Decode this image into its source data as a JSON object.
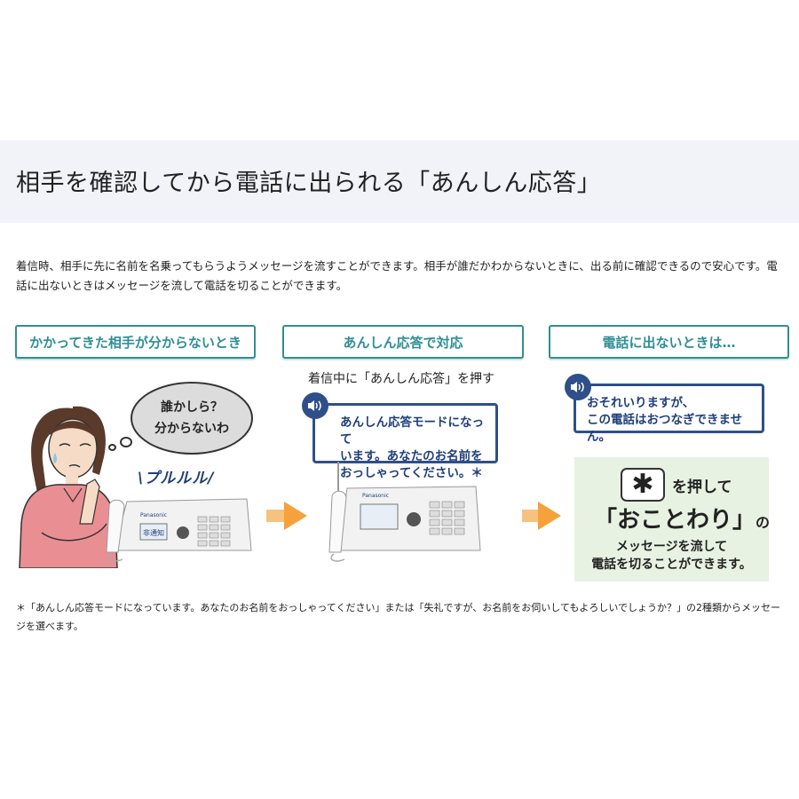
{
  "header": {
    "title": "相手を確認してから電話に出られる「あんしん応答」"
  },
  "intro": {
    "text": "着信時、相手に先に名前を名乗ってもらうようメッセージを流すことができます。相手が誰だかわからないときに、出る前に確認できるので安心です。電話に出ないときはメッセージを流して電話を切ることができます。"
  },
  "steps": [
    {
      "label": "かかってきた相手が分からないとき"
    },
    {
      "label": "あんしん応答で対応"
    },
    {
      "label": "電話に出ないときは…"
    }
  ],
  "step1": {
    "thought_line1": "誰かしら？",
    "thought_line2": "分からないわ",
    "ring": "プルルル"
  },
  "step2": {
    "caption": "着信中に「あんしん応答」を押す",
    "bubble_line1": "あんしん応答モードになって",
    "bubble_line2": "います。あなたのお名前を",
    "bubble_line3": "おっしゃってください。＊"
  },
  "step3": {
    "bubble_line1": "おそれいりますが、",
    "bubble_line2": "この電話はおつなぎできません。",
    "key_symbol": "✱",
    "press": "を押して",
    "refuse": "「おことわり」",
    "refuse_suffix": "の",
    "line3": "メッセージを流して",
    "line4": "電話を切ることができます。"
  },
  "phone": {
    "display_text": "非通知",
    "brand": "Panasonic"
  },
  "footnote": {
    "text": "＊「あんしん応答モードになっています。あなたのお名前をおっしゃってください」または「失礼ですが、お名前をお伺いしてもよろしいでしょうか？」の2種類からメッセージを選べます。"
  },
  "colors": {
    "accent": "#2f8e95",
    "bubble": "#2f4f8a",
    "arrow": "#f6a13c",
    "result_bg": "#e7f2e2",
    "header_bg": "#f1f3f8"
  }
}
